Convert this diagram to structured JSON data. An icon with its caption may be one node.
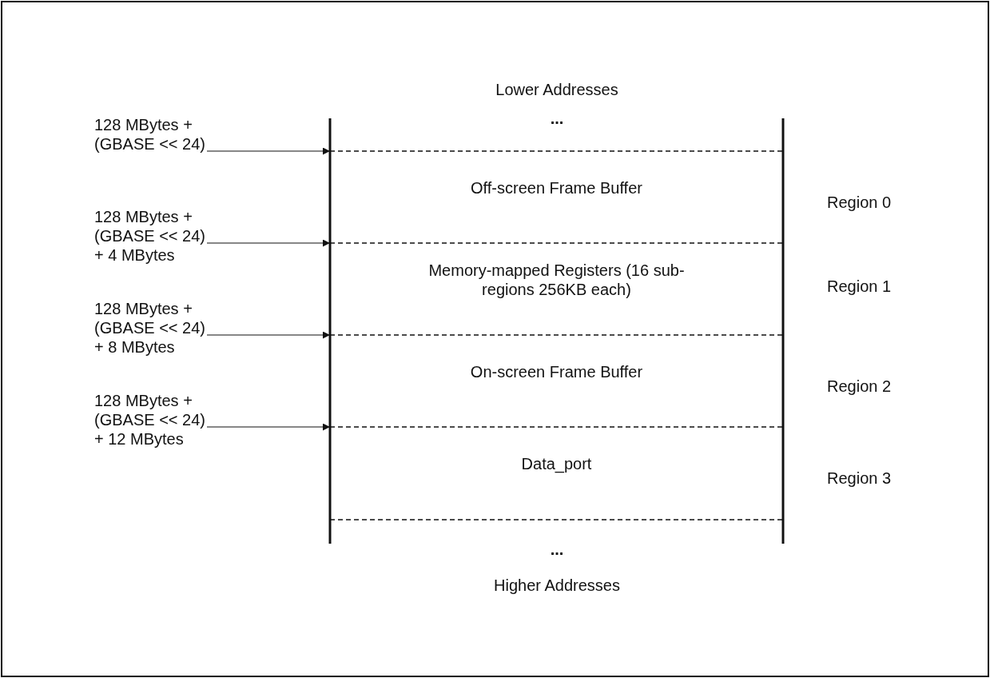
{
  "diagram": {
    "nodes": [
      {
        "text": [
          "128 MBytes + (GBASE << 24)"
        ]
      },
      {
        "text": [
          "Off-screen Frame Buffer"
        ],
        "beside": [
          "Region 0"
        ]
      },
      {
        "text": [
          "128 MBytes + (GBASE << 24) + 4 MBytes"
        ]
      },
      {
        "text": [
          "Memory-mapped Registers (16 sub-regions 256KB each)"
        ],
        "beside": [
          "Region 1"
        ]
      },
      {
        "text": [
          "128 MBytes + (GBASE << 24) + 8 MBytes"
        ]
      },
      {
        "text": [
          "On-screen Frame Buffer"
        ],
        "beside": [
          "Region 2"
        ]
      },
      {
        "text": [
          "128 MBytes + (GBASE << 24) + 12 MBytes"
        ]
      },
      {
        "text": [
          "Data_port"
        ],
        "beside": [
          "Region 3"
        ]
      }
    ],
    "edges": [
      {
        "from": 0,
        "to": null,
        "arrow": "to"
      },
      {
        "from": 2,
        "to": null,
        "arrow": "to"
      },
      {
        "from": 4,
        "to": null,
        "arrow": "to"
      },
      {
        "from": 6,
        "to": null,
        "arrow": "to"
      }
    ],
    "labels": [
      "Lower Addresses",
      "...",
      "...",
      "Higher Addresses"
    ]
  }
}
